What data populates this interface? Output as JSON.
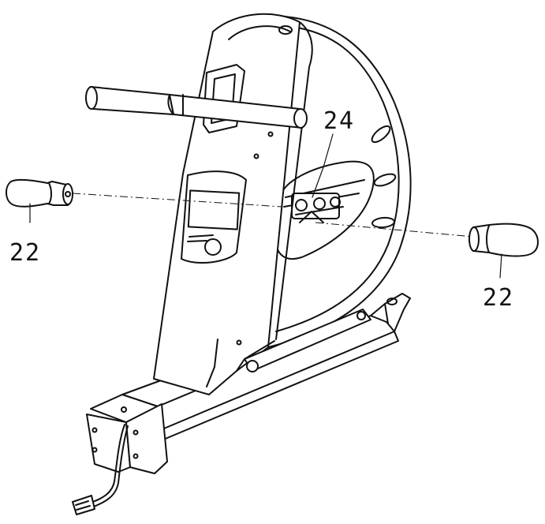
{
  "callouts": {
    "part_24": "24",
    "part_22_left": "22",
    "part_22_right": "22"
  },
  "colors": {
    "line": "#111111",
    "background": "#ffffff"
  }
}
